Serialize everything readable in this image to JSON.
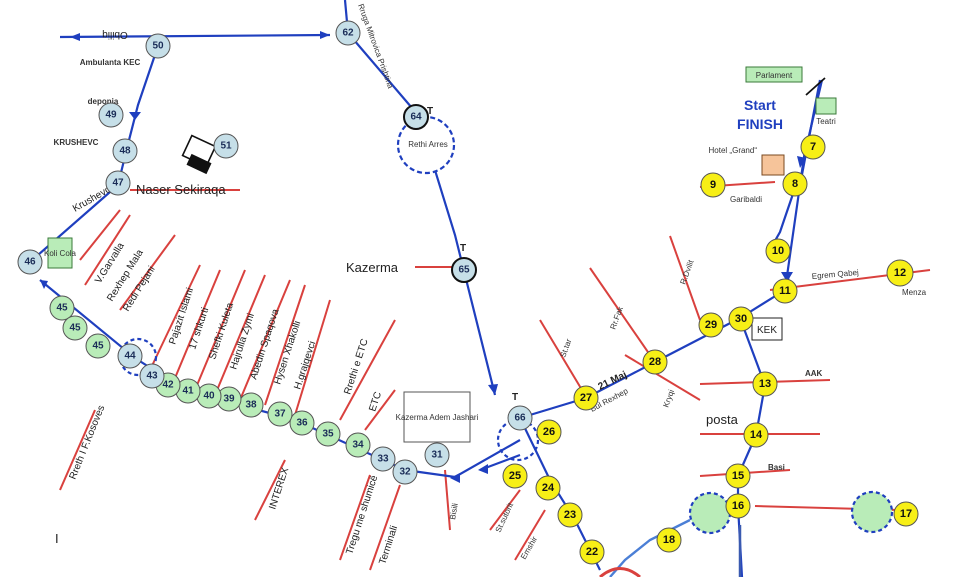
{
  "map": {
    "start_label": "Start",
    "finish_label": "FINISH",
    "accent_blue": "#1f3fbf",
    "street_red": "#d9413e",
    "checkpoint_yellow": "#f7ef16",
    "checkpoint_green": "#b9ecb8",
    "checkpoint_blue": "#c6dfe8",
    "checkpoints_yellow": [
      "7",
      "8",
      "9",
      "10",
      "11",
      "12",
      "13",
      "14",
      "15",
      "16",
      "17",
      "18",
      "22",
      "23",
      "24",
      "25",
      "26",
      "27",
      "28",
      "29",
      "30"
    ],
    "checkpoints_blue": [
      "31",
      "32",
      "33",
      "44",
      "47",
      "46",
      "48",
      "49",
      "50",
      "51",
      "62",
      "64",
      "65",
      "66"
    ],
    "checkpoints_green": [
      "34",
      "35",
      "36",
      "37",
      "38",
      "39",
      "40",
      "41",
      "42",
      "45"
    ],
    "landmarks": {
      "parlament": "Parlament",
      "teatri": "Teatri",
      "hotel_grand": "Hotel „Grand“",
      "kek": "KEK",
      "kazerma_box": "Kazerma Adem Jashari",
      "rethi_arres": "Rethi Arres",
      "kazerma": "Kazerma",
      "posta": "posta",
      "aak": "AAK",
      "basi": "Basi",
      "menza": "Menza",
      "kola_cola": "Koli Cola",
      "obiliq": "Obiliq",
      "ambulanta": "Ambulanta KEC",
      "deponia": "deponia",
      "krushevc": "KRUSHEVC",
      "naser": "Naser Sekiraqa",
      "interex": "INTEREX",
      "etc": "ETC",
      "tregu": "Tregu me shumicë",
      "terminali": "Terminali",
      "bisili": "Bisili",
      "st_sutorit": "St.sutorit",
      "emshir": "Emshir",
      "t_marker": "T",
      "l_marker": "I"
    },
    "streets": {
      "garibaldi": "Garibaldi",
      "egrem_qabej": "Egrem Qabej",
      "dy_x": "21 Maj",
      "bul_rexh": "Bul Rexhep",
      "rr_fak": "Rr.Fak",
      "rrobert": "R.Dvilit",
      "krushevc_st": "Krushevc",
      "vgarvalla": "V.Garvalla",
      "rexhep_mala": "Rexhep Mala",
      "redi_pejani": "Redi Pejani",
      "pajazit": "Pajazit Islami",
      "shkurti": "17 shkurti",
      "shefki": "Shefki Kuleta",
      "hajrulla": "Hajrulla Zymi",
      "abedin": "Abedin Spaqova",
      "hysen": "Hysen Xhakolli",
      "hgrajcevci": "H.grajqevci",
      "rreth_etc": "Rrethi e ETC",
      "rreth_fkosova": "Rreth I F.Kosoves",
      "st_tar": "St.tar",
      "misha": "Rruga Mitrovica Prishtina",
      "kryqi": "Kryqi"
    }
  }
}
